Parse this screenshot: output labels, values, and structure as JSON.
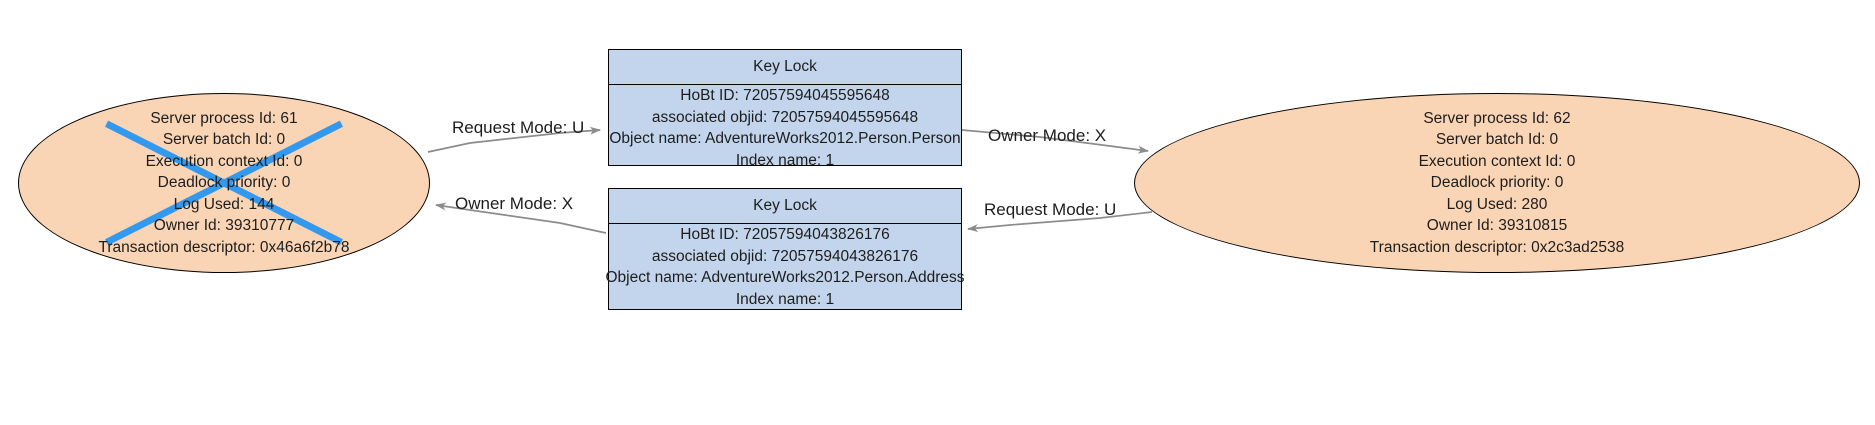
{
  "diagram": {
    "title": "SQL Server Deadlock Graph",
    "background_color": "#ffffff",
    "process_fill": "#fad5b5",
    "resource_fill": "#c3d5ec",
    "victim_cross_color": "#3399ee",
    "edge_color": "#808080"
  },
  "processes": [
    {
      "id": "process-left",
      "is_victim": true,
      "lines": [
        "Server process Id: 61",
        "Server batch Id: 0",
        "Execution context Id: 0",
        "Deadlock priority: 0",
        "Log Used: 144",
        "Owner Id: 39310777",
        "Transaction descriptor: 0x46a6f2b78"
      ]
    },
    {
      "id": "process-right",
      "is_victim": false,
      "lines": [
        "Server process Id: 62",
        "Server batch Id: 0",
        "Execution context Id: 0",
        "Deadlock priority: 0",
        "Log Used: 280",
        "Owner Id: 39310815",
        "Transaction descriptor: 0x2c3ad2538"
      ]
    }
  ],
  "resources": [
    {
      "id": "keylock-top",
      "title": "Key Lock",
      "lines": [
        "HoBt ID: 72057594045595648",
        "associated objid: 72057594045595648",
        "Object name: AdventureWorks2012.Person.Person",
        "Index name: 1"
      ]
    },
    {
      "id": "keylock-bottom",
      "title": "Key Lock",
      "lines": [
        "HoBt ID: 72057594043826176",
        "associated objid: 72057594043826176",
        "Object name: AdventureWorks2012.Person.Address",
        "Index name: 1"
      ]
    }
  ],
  "edges": [
    {
      "id": "edge-left-request",
      "label": "Request Mode: U",
      "from": "process-left",
      "to": "keylock-top"
    },
    {
      "id": "edge-right-owner",
      "label": "Owner Mode: X",
      "from": "keylock-top",
      "to": "process-right"
    },
    {
      "id": "edge-left-owner",
      "label": "Owner Mode: X",
      "from": "keylock-bottom",
      "to": "process-left"
    },
    {
      "id": "edge-right-request",
      "label": "Request Mode: U",
      "from": "process-right",
      "to": "keylock-bottom"
    }
  ]
}
